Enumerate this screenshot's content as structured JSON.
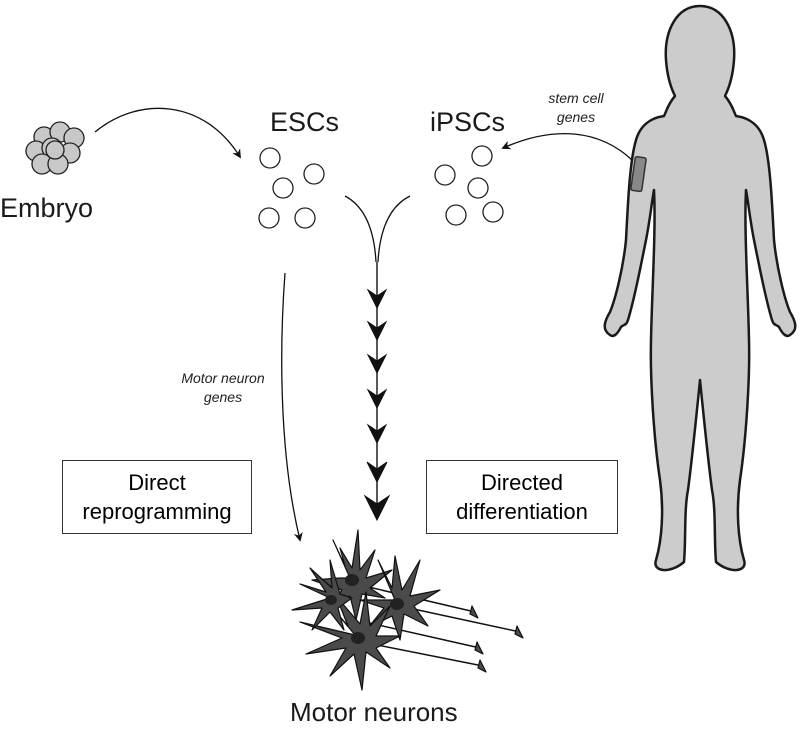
{
  "labels": {
    "embryo": "Embryo",
    "escs": "ESCs",
    "ipscs": "iPSCs",
    "stem_cell_genes_1": "stem cell",
    "stem_cell_genes_2": "genes",
    "motor_neuron_genes_1": "Motor neuron",
    "motor_neuron_genes_2": "genes",
    "motor_neurons": "Motor neurons"
  },
  "boxes": {
    "direct_reprogramming_1": "Direct",
    "direct_reprogramming_2": "reprogramming",
    "directed_differentiation_1": "Directed",
    "directed_differentiation_2": "differentiation"
  },
  "colors": {
    "body_fill": "#cccccc",
    "outline": "#1a1a1a",
    "neuron_fill": "#4a4a4a",
    "embryo_fill": "#c8c8c8"
  }
}
